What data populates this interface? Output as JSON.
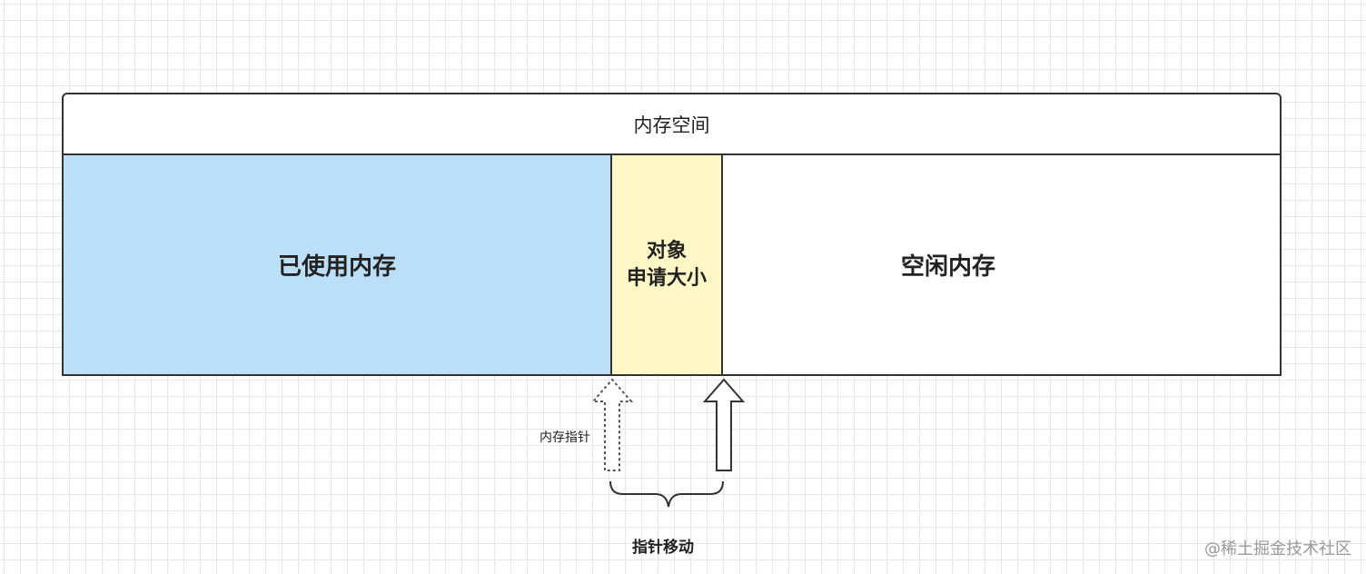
{
  "diagram": {
    "title": "内存空间",
    "used_memory": "已使用内存",
    "object_size": "对象\n申请大小",
    "free_memory": "空闲内存",
    "pointer_label": "内存指针",
    "move_label": "指针移动",
    "watermark": "@稀土掘金技术社区",
    "colors": {
      "used": "#bcdff8",
      "object": "#fff7c6",
      "free": "#ffffff",
      "stroke": "#333333"
    }
  }
}
